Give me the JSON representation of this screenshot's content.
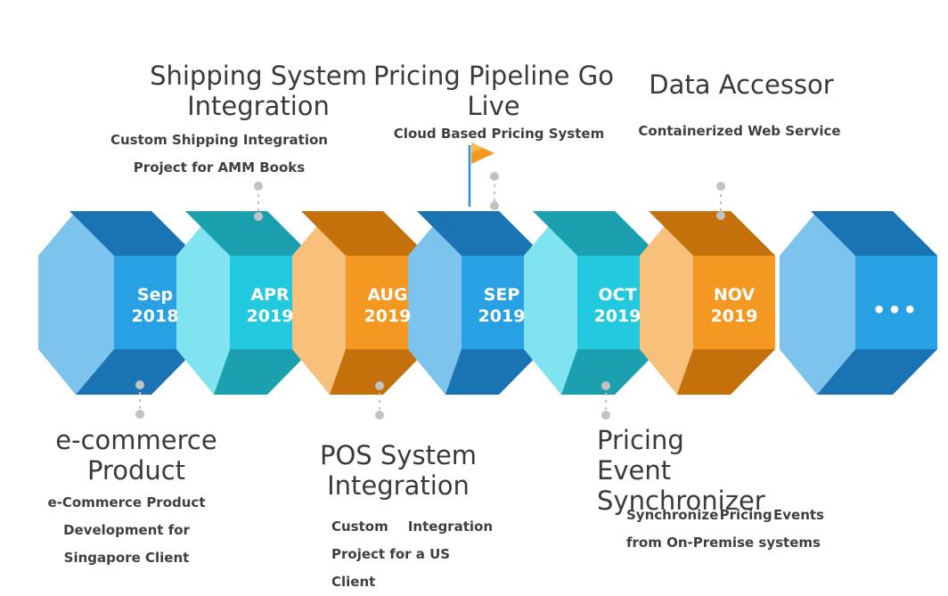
{
  "timeline": {
    "milestones": [
      {
        "month": "Sep",
        "year": "2018",
        "color": "blue"
      },
      {
        "month": "APR",
        "year": "2019",
        "color": "teal"
      },
      {
        "month": "AUG",
        "year": "2019",
        "color": "orange"
      },
      {
        "month": "SEP",
        "year": "2019",
        "color": "blue"
      },
      {
        "month": "OCT",
        "year": "2019",
        "color": "teal"
      },
      {
        "month": "NOV",
        "year": "2019",
        "color": "orange"
      },
      {
        "month": "•••",
        "year": "",
        "color": "blue"
      }
    ],
    "colors": {
      "blue": {
        "light": "#7cc3ee",
        "dark": "#1a73b2",
        "front": "#27a1e3"
      },
      "teal": {
        "light": "#7fe4ef",
        "dark": "#1aa0ae",
        "front": "#23c9df"
      },
      "orange": {
        "light": "#f8c07a",
        "dark": "#c4700b",
        "front": "#f49821"
      }
    }
  },
  "events": {
    "ecommerce": {
      "title_lines": [
        "e-commerce",
        "Product"
      ],
      "desc_lines": [
        "e-Commerce Product",
        "Development for",
        "Singapore Client"
      ]
    },
    "shipping": {
      "title_lines": [
        "Shipping System",
        "Integration"
      ],
      "desc_lines": [
        "Custom Shipping Integration",
        "Project for AMM Books"
      ]
    },
    "pos": {
      "title_lines": [
        "POS System",
        "Integration"
      ],
      "desc_line1": [
        "Custom",
        "Integration"
      ],
      "desc_line2": "Project for a US Client"
    },
    "pricing_pipeline": {
      "title_lines": [
        "Pricing Pipeline Go",
        "Live"
      ],
      "desc_lines": [
        "Cloud Based Pricing System"
      ]
    },
    "pricing_event": {
      "title_lines": [
        "Pricing Event",
        "Synchronizer"
      ],
      "desc_line1": [
        "Synchronize",
        "Pricing",
        "Events"
      ],
      "desc_line2": "from On-Premise systems"
    },
    "data_accessor": {
      "title_lines": [
        "Data Accessor"
      ],
      "desc_lines": [
        "Containerized Web Service"
      ]
    }
  }
}
